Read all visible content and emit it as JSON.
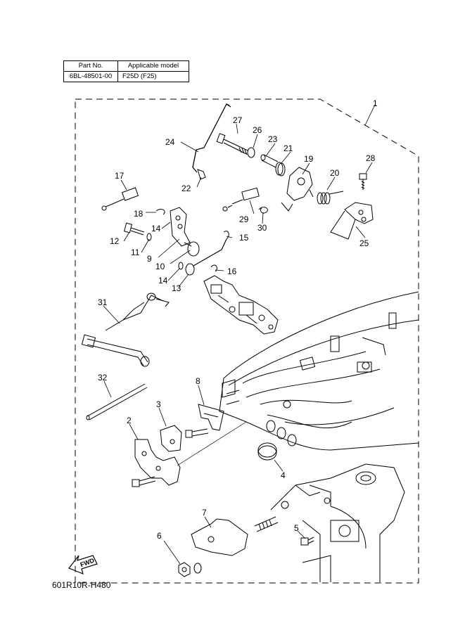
{
  "table": {
    "header_part": "Part No.",
    "header_model": "Applicable model",
    "part_no": "6BL-48501-00",
    "model": "F25D (F25)"
  },
  "callouts": [
    "1",
    "2",
    "3",
    "4",
    "5",
    "6",
    "7",
    "8",
    "9",
    "10",
    "11",
    "12",
    "13",
    "14",
    "14",
    "15",
    "16",
    "17",
    "18",
    "19",
    "20",
    "21",
    "22",
    "23",
    "24",
    "25",
    "26",
    "27",
    "28",
    "29",
    "30",
    "31",
    "32"
  ],
  "fwd_label": "FWD",
  "diagram_code": "601R10R-H480"
}
